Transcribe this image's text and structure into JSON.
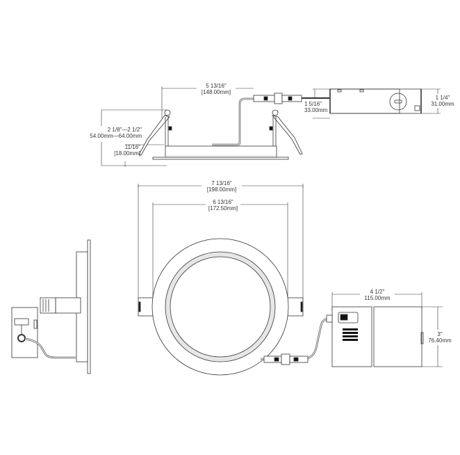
{
  "diagram": {
    "title": "Recessed LED downlight dimension drawing",
    "colors": {
      "line": "#333333",
      "fill_light": "#e6e6e6",
      "fill_dark": "#111111",
      "background": "#ffffff"
    },
    "views": {
      "side_view": {
        "overall_span": {
          "imperial": "5 13/16\"",
          "metric": "[148.00mm]"
        },
        "clip_height": {
          "imperial": "2 1/8\"—2 1/2\"",
          "metric": "54.00mm—64.00mm"
        },
        "trim_depth": {
          "imperial": "11/16\"",
          "metric": "[18.00mm]"
        }
      },
      "driver_box_side": {
        "height": {
          "imperial": "1 1/4\"",
          "metric": "31.00mm"
        },
        "connector_height": {
          "imperial": "1 5/16\"",
          "metric": "33.00mm"
        }
      },
      "front_view": {
        "outer_diameter": {
          "imperial": "7 13/16\"",
          "metric": "[198.00mm]"
        },
        "cutout_diameter": {
          "imperial": "6 13/16\"",
          "metric": "[172.50mm]"
        }
      },
      "driver_box_top": {
        "length": {
          "imperial": "4 1/2\"",
          "metric": "115.00mm"
        },
        "width": {
          "imperial": "3\"",
          "metric": "76.40mm"
        }
      },
      "profile_view": {}
    }
  }
}
